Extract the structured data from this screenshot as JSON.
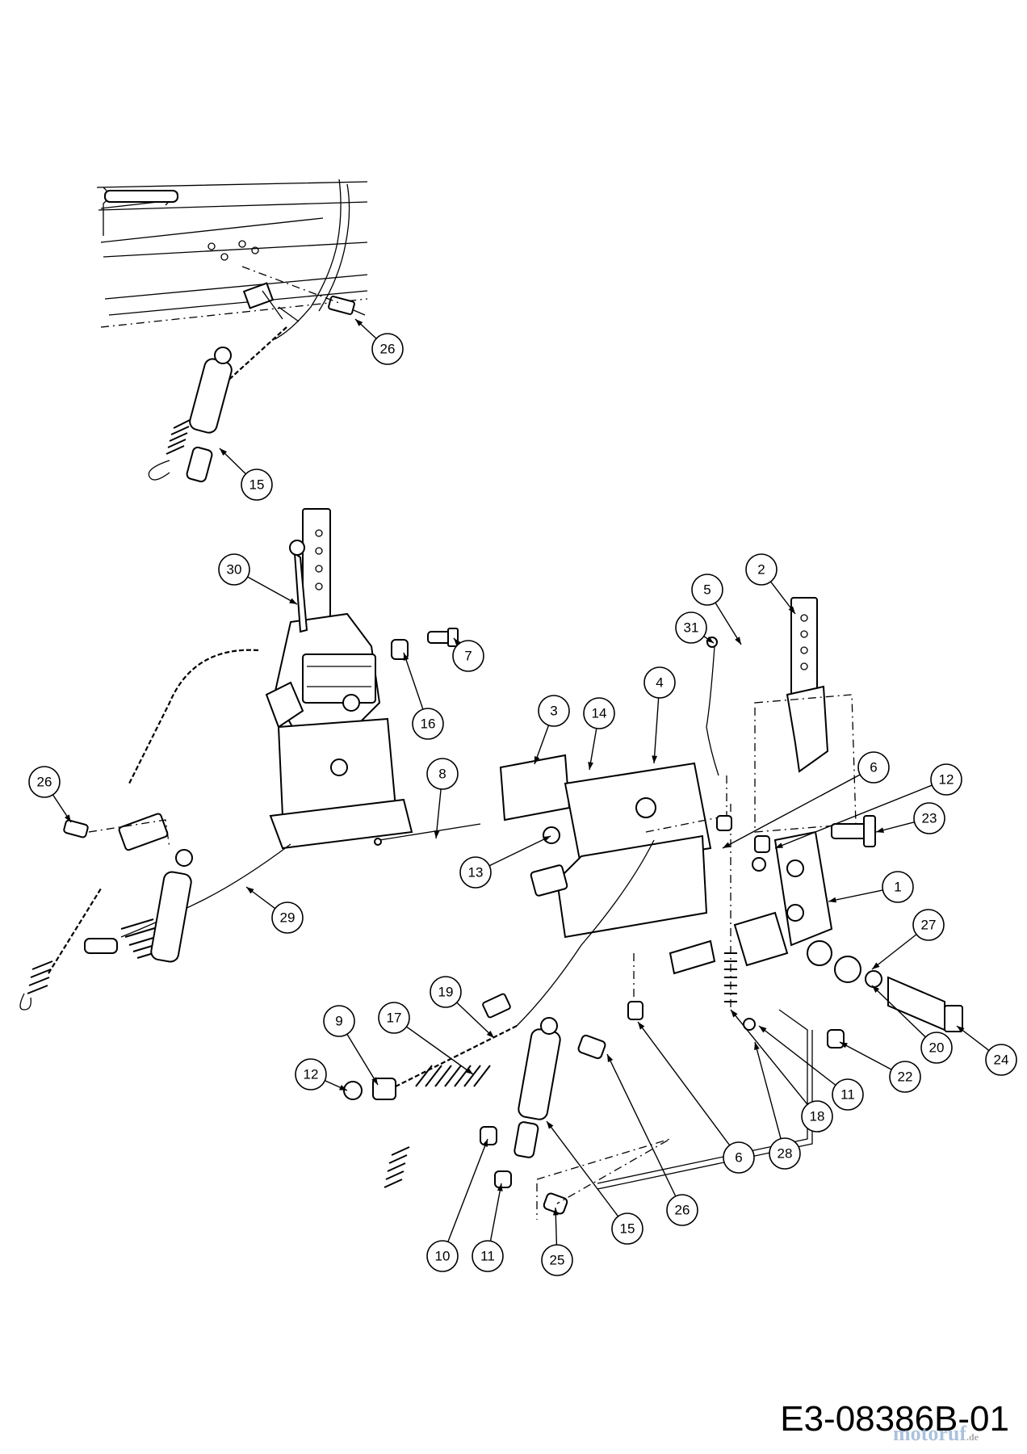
{
  "drawing_code": "E3-08386B-01",
  "watermark": {
    "text": "motoruf",
    "suffix": ".de"
  },
  "callouts": [
    {
      "label": "26",
      "part": "bolt"
    },
    {
      "label": "15",
      "part": "brake-cylinder"
    },
    {
      "label": "30",
      "part": "lever-link"
    },
    {
      "label": "16",
      "part": "bushing"
    },
    {
      "label": "7",
      "part": "bolt"
    },
    {
      "label": "26",
      "part": "bolt"
    },
    {
      "label": "29",
      "part": "cable"
    },
    {
      "label": "2",
      "part": "lift-arm"
    },
    {
      "label": "5",
      "part": "bolt"
    },
    {
      "label": "31",
      "part": "rod"
    },
    {
      "label": "3",
      "part": "bracket"
    },
    {
      "label": "14",
      "part": "clip"
    },
    {
      "label": "4",
      "part": "main-bracket"
    },
    {
      "label": "6",
      "part": "nut"
    },
    {
      "label": "12",
      "part": "nut"
    },
    {
      "label": "8",
      "part": "pin"
    },
    {
      "label": "23",
      "part": "shoulder-bolt"
    },
    {
      "label": "13",
      "part": "washer"
    },
    {
      "label": "1",
      "part": "pivot-plate"
    },
    {
      "label": "27",
      "part": "bushing"
    },
    {
      "label": "19",
      "part": "washer"
    },
    {
      "label": "17",
      "part": "spring"
    },
    {
      "label": "9",
      "part": "spacer"
    },
    {
      "label": "12",
      "part": "nut"
    },
    {
      "label": "20",
      "part": "washer"
    },
    {
      "label": "24",
      "part": "axle-bolt"
    },
    {
      "label": "22",
      "part": "screw"
    },
    {
      "label": "11",
      "part": "nut"
    },
    {
      "label": "18",
      "part": "spring"
    },
    {
      "label": "28",
      "part": "rod"
    },
    {
      "label": "6",
      "part": "nut"
    },
    {
      "label": "26",
      "part": "bolt"
    },
    {
      "label": "15",
      "part": "brake-cylinder"
    },
    {
      "label": "10",
      "part": "nut"
    },
    {
      "label": "11",
      "part": "nut"
    },
    {
      "label": "25",
      "part": "bolt"
    }
  ]
}
